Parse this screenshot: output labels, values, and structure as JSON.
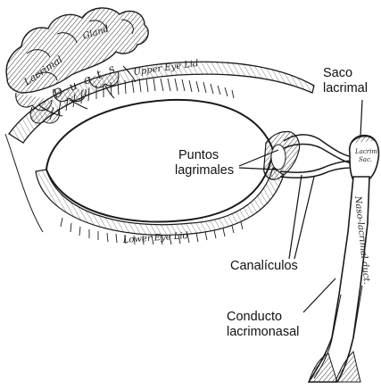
{
  "labels": {
    "saco": [
      "Saco",
      "lacrimal"
    ],
    "puntos": [
      "Puntos",
      "lagrimales"
    ],
    "canaliculos": "Canalículos",
    "conducto": [
      "Conducto",
      "lacrimonasal"
    ]
  },
  "engraved": {
    "lacrimal": "Lacrimal",
    "gland": "Gland",
    "ducts": "Ducts",
    "upper_eye_lid": "Upper Eye Lid",
    "lower_eye_lid": "Lower Eye Lid",
    "lacrimal_sac": [
      "Lacrim.",
      "Sac."
    ],
    "naso_lacrimal_duct": "Naso-lacrimal duct."
  },
  "colors": {
    "ink": "#1a1a1a",
    "background": "#ffffff"
  }
}
